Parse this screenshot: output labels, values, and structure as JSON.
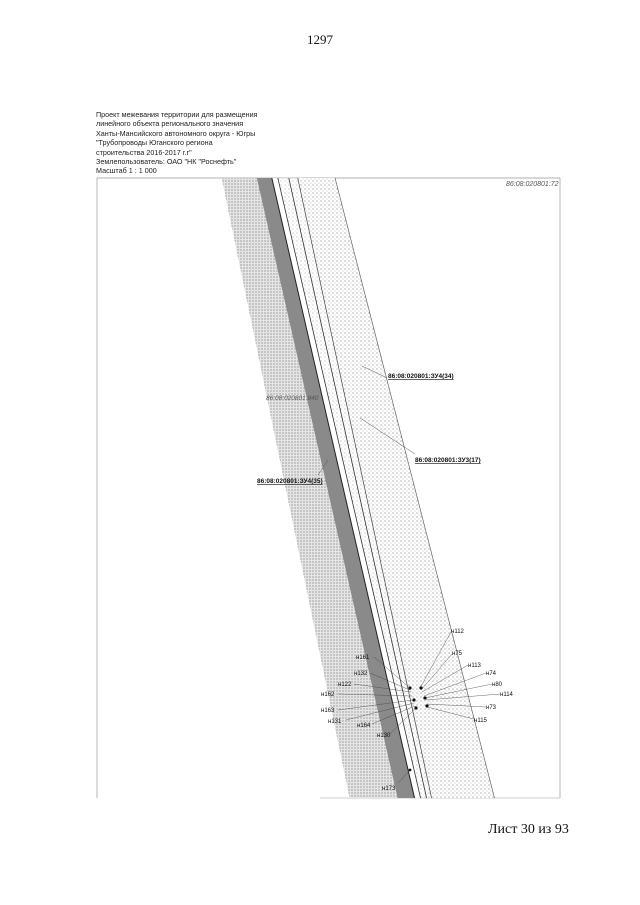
{
  "page_number": "1297",
  "header": {
    "lines": [
      "Проект межевания территории для размещения",
      "линейного объекта регионального значения",
      "Ханты-Мансийского автономного округа - Югры",
      "\"Трубопроводы Юганского региона",
      "строительства 2016-2017 г.г\"",
      "Землепользователь: ОАО \"НК \"Роснефть\"",
      "Масштаб 1 : 1 000"
    ]
  },
  "map": {
    "corner_label": "86:08:020801:72",
    "parcel_labels": {
      "zu4_34": "86:08:020801:ЗУ4(34)",
      "parcel_840": "86:08:020801:840",
      "zu3_17": "86:08:020801:ЗУ3(17)",
      "zu4_35": "86:08:020801:ЗУ4(35)"
    },
    "points_right": [
      "н112",
      "н75",
      "н113",
      "н74",
      "н80",
      "н114",
      "н73",
      "н115"
    ],
    "points_left": [
      "н161",
      "н132",
      "н122",
      "н162",
      "н163",
      "н131",
      "н164",
      "н130",
      "н173"
    ]
  },
  "footer": {
    "sheet": "Лист 30 из 93"
  }
}
